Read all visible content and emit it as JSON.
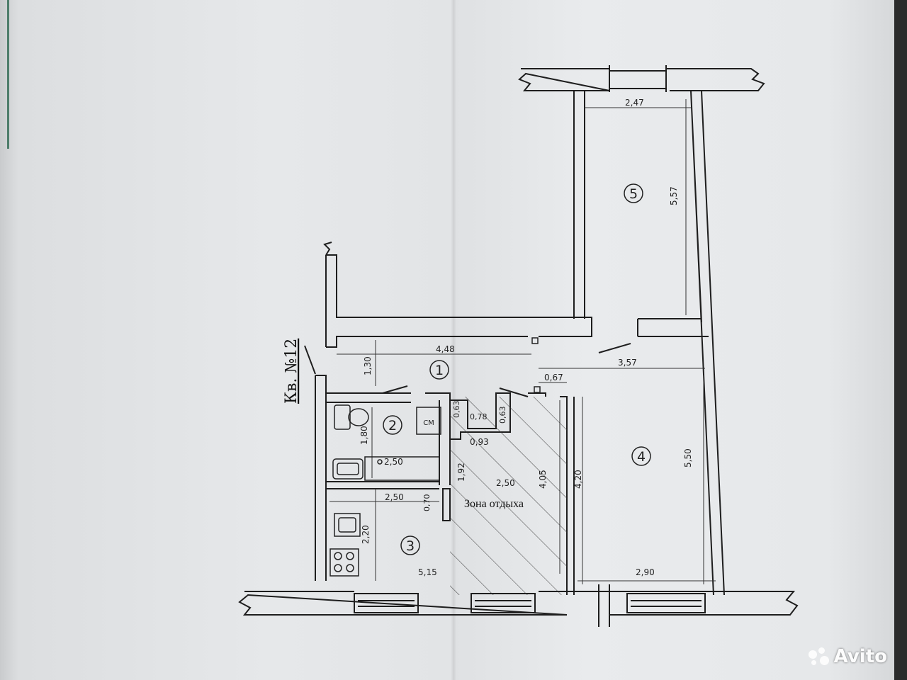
{
  "apartment_label": "Кв. №12",
  "rooms": [
    {
      "id": "room-1",
      "number": "1"
    },
    {
      "id": "room-2",
      "number": "2"
    },
    {
      "id": "room-3",
      "number": "3"
    },
    {
      "id": "room-4",
      "number": "4"
    },
    {
      "id": "room-5",
      "number": "5"
    }
  ],
  "zone_label": "Зона отдыха",
  "appliance_label": "СМ",
  "dimensions": {
    "d_2_47": "2,47",
    "d_5_57": "5,57",
    "d_4_48": "4,48",
    "d_3_57": "3,57",
    "d_1_30": "1,30",
    "d_0_67": "0,67",
    "d_0_63_a": "0,63",
    "d_0_78": "0,78",
    "d_0_63_b": "0,63",
    "d_0_93": "0,93",
    "d_1_80": "1,80",
    "d_2_50_bath": "2,50",
    "d_1_92": "1,92",
    "d_2_50_zone": "2,50",
    "d_4_05": "4,05",
    "d_4_20": "4,20",
    "d_5_50": "5,50",
    "d_2_50_kitchen": "2,50",
    "d_0_70": "0,70",
    "d_2_20": "2,20",
    "d_5_15": "5,15",
    "d_2_90": "2,90"
  },
  "watermark": {
    "text": "Avito"
  },
  "colors": {
    "line": "#1e1e1e",
    "paper": "#e6e8ea",
    "edge": "#4e7d6b"
  }
}
